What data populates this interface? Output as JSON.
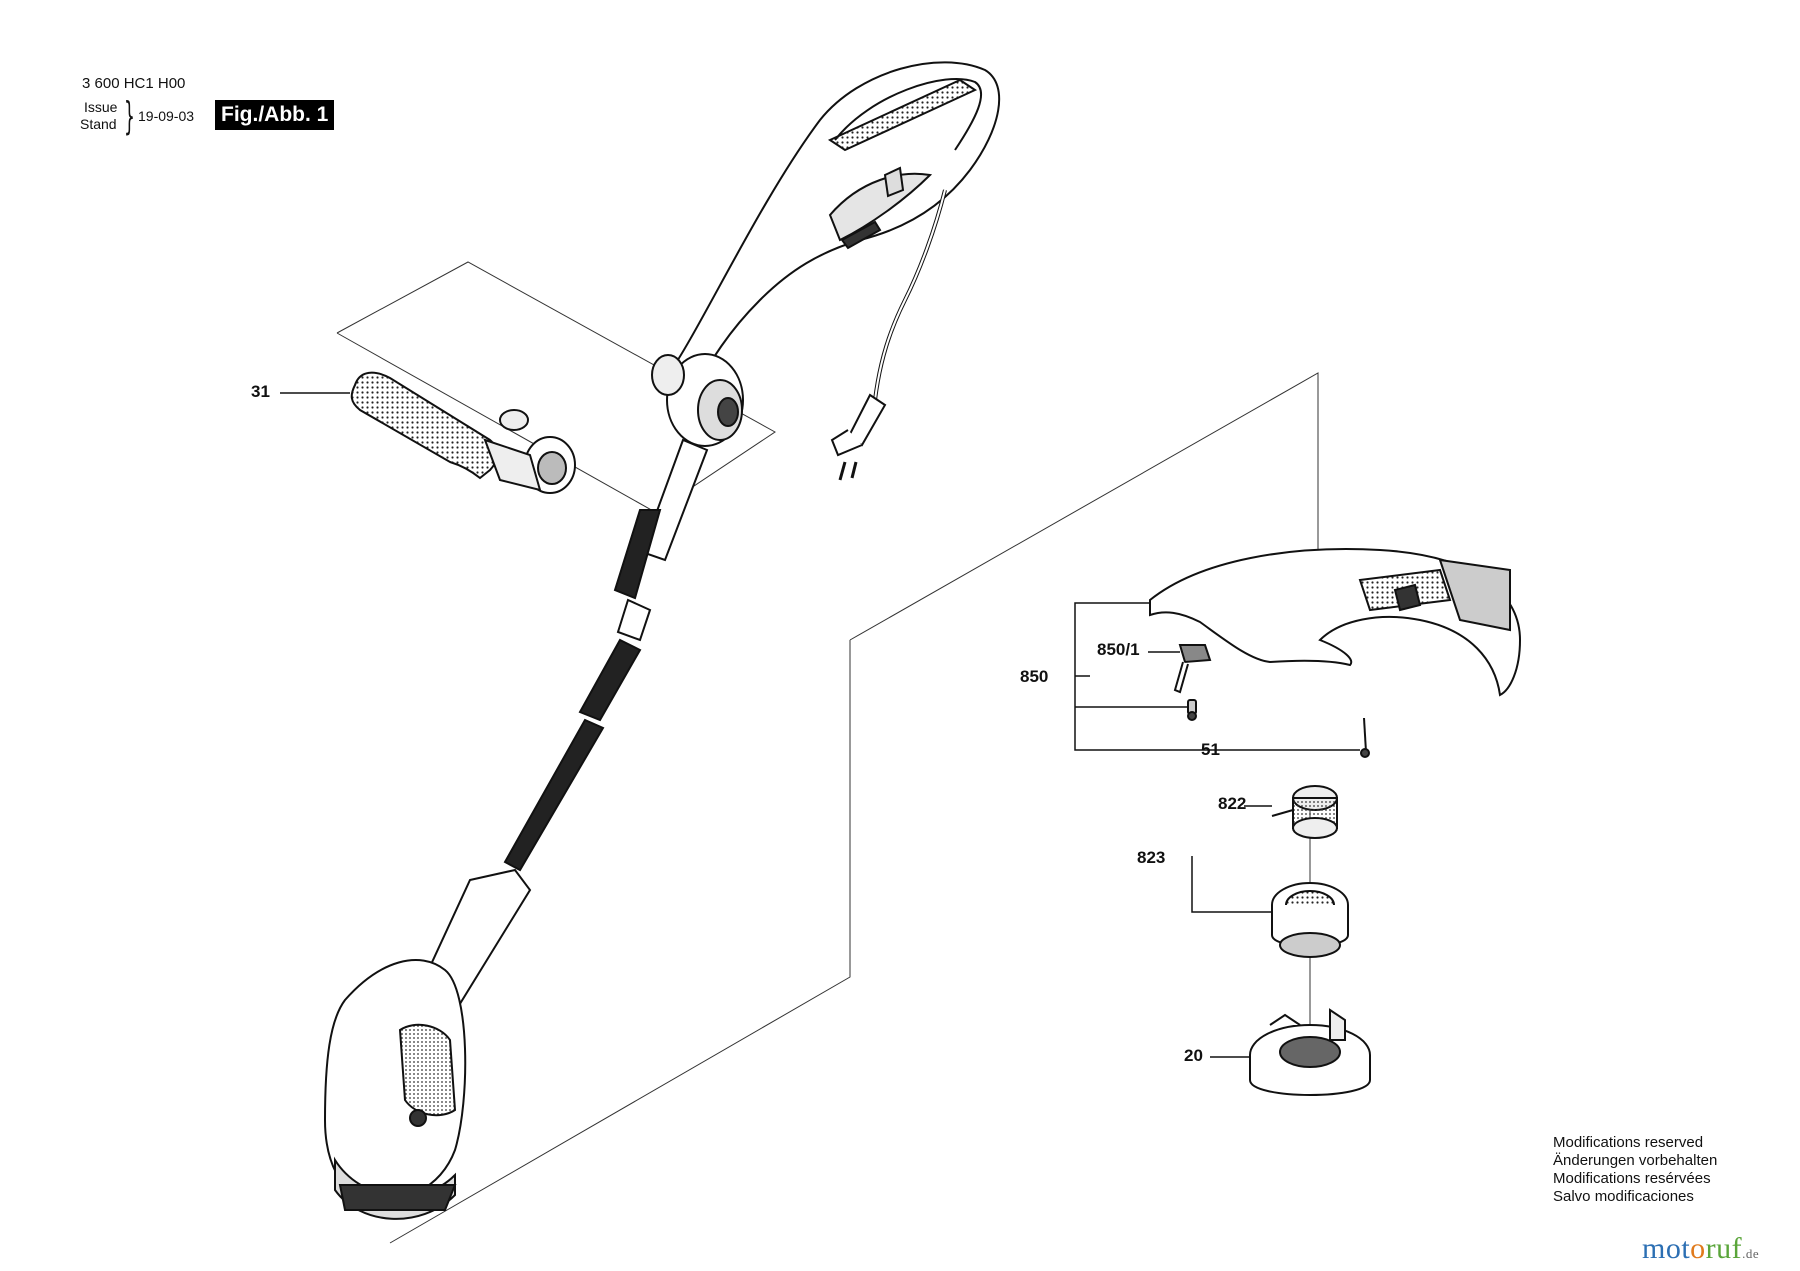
{
  "header": {
    "part_number": "3 600 HC1 H00",
    "issue_label": "Issue",
    "stand_label": "Stand",
    "date": "19-09-03",
    "figure": "Fig./Abb. 1"
  },
  "parts": {
    "p31": "31",
    "p850": "850",
    "p850_1": "850/1",
    "p51": "51",
    "p822": "822",
    "p823": "823",
    "p20": "20"
  },
  "notes": [
    "Modifications reserved",
    "Änderungen vorbehalten",
    "Modifications resérvées",
    "Salvo modificaciones"
  ],
  "watermark": {
    "part_a": "mot",
    "part_b": "o",
    "part_c": "ruf",
    "tld": ".de"
  },
  "colors": {
    "line": "#111111",
    "tool_fill": "#ffffff",
    "tool_shade": "#cfcfcf",
    "dark": "#2a2a2a"
  }
}
